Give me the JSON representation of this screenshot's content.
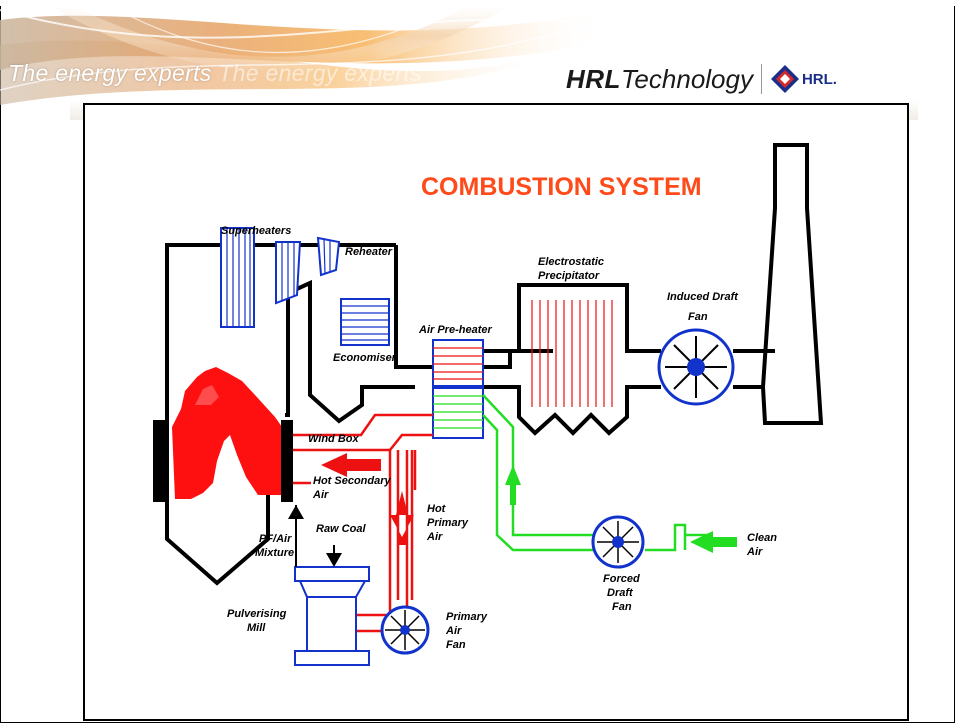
{
  "header": {
    "tagline": "The energy experts",
    "tagline_ghost": "The energy experts",
    "brand_bold": "HRL",
    "brand_light": "Technology",
    "brand_small": "HRL."
  },
  "diagram": {
    "title": "COMBUSTION SYSTEM",
    "labels": {
      "superheaters": "Superheaters",
      "reheater": "Reheater",
      "economiser": "Economiser",
      "air_preheater": "Air Pre-heater",
      "esp_line1": "Electrostatic",
      "esp_line2": "Precipitator",
      "idf_line1": "Induced Draft",
      "idf_line2": "Fan",
      "wind_box": "Wind Box",
      "hot_secondary_line1": "Hot Secondary",
      "hot_secondary_line2": "Air",
      "raw_coal": "Raw Coal",
      "pf_air_line1": "PF/Air",
      "pf_air_line2": "Mixture",
      "hot_primary_line1": "Hot",
      "hot_primary_line2": "Primary",
      "hot_primary_line3": "Air",
      "pulverising_line1": "Pulverising",
      "pulverising_line2": "Mill",
      "primary_fan_line1": "Primary",
      "primary_fan_line2": "Air",
      "primary_fan_line3": "Fan",
      "forced_line1": "Forced",
      "forced_line2": "Draft",
      "forced_line3": "Fan",
      "clean_air_line1": "Clean",
      "clean_air_line2": "Air"
    },
    "colors": {
      "title": "#ff4a1a",
      "hot_air": "#ee1111",
      "cold_air": "#22dd22",
      "equipment": "#1133cc",
      "flame": "#ff1010",
      "outline": "#000000"
    }
  }
}
